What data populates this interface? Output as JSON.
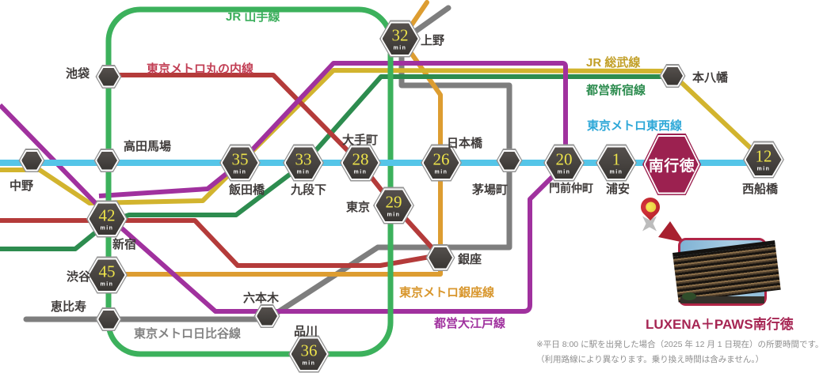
{
  "map": {
    "lines": {
      "yamanote": {
        "label": "JR 山手線",
        "color": "#3cb15c",
        "label_color": "#3aae5b"
      },
      "marunouchi": {
        "label": "東京メトロ丸の内線",
        "color": "#b43b3a",
        "label_color": "#c23f55"
      },
      "sobu": {
        "label": "JR 総武線",
        "color": "#d2b42e",
        "label_color": "#c2a028"
      },
      "toei_shinjuku": {
        "label": "都営新宿線",
        "color": "#2d8c4f",
        "label_color": "#2d8c4f"
      },
      "tozai": {
        "label": "東京メトロ東西線",
        "color": "#55c5e8",
        "label_color": "#2ea8d8"
      },
      "ginza": {
        "label": "東京メトロ銀座線",
        "color": "#dd9d31",
        "label_color": "#d8962c"
      },
      "oedo": {
        "label": "都営大江戸線",
        "color": "#a0319e",
        "label_color": "#a0319e"
      },
      "hibiya": {
        "label": "東京メトロ日比谷線",
        "color": "#7e7e7e",
        "label_color": "#828282"
      }
    },
    "stations": {
      "ikebukuro": {
        "label": "池袋"
      },
      "takadanobaba": {
        "label": "高田馬場"
      },
      "nakano": {
        "label": "中野"
      },
      "ebisu": {
        "label": "恵比寿"
      },
      "roppongi": {
        "label": "六本木"
      },
      "ginza": {
        "label": "銀座"
      },
      "kayabacho": {
        "label": "茅場町"
      },
      "motoyawata": {
        "label": "本八幡"
      }
    },
    "badges": {
      "ueno": {
        "station": "上野",
        "minutes": "32"
      },
      "iidabashi": {
        "station": "飯田橋",
        "minutes": "35"
      },
      "kudanshita": {
        "station": "九段下",
        "minutes": "33"
      },
      "otemachi": {
        "station": "大手町",
        "minutes": "28"
      },
      "nihombashi": {
        "station": "日本橋",
        "minutes": "26"
      },
      "tokyo": {
        "station": "東京",
        "minutes": "29"
      },
      "monzennakacho": {
        "station": "門前仲町",
        "minutes": "20"
      },
      "urayasu": {
        "station": "浦安",
        "minutes": "1"
      },
      "nishifunabashi": {
        "station": "西船橋",
        "minutes": "12"
      },
      "shinjuku": {
        "station": "新宿",
        "minutes": "42"
      },
      "shibuya": {
        "station": "渋谷",
        "minutes": "45"
      },
      "shinagawa": {
        "station": "品川",
        "minutes": "36"
      }
    },
    "badge_unit": "min",
    "destination": {
      "name": "南行徳",
      "color": "#9c2150"
    },
    "property": {
      "name": "LUXENA＋PAWS南行徳",
      "name_color": "#a62553"
    },
    "notes": [
      "※平日 8:00 に駅を出発した場合（2025 年 12 月 1 日現在）の所要時間です。",
      "（利用路線により異なります。乗り換え時間は含みません。）"
    ]
  }
}
